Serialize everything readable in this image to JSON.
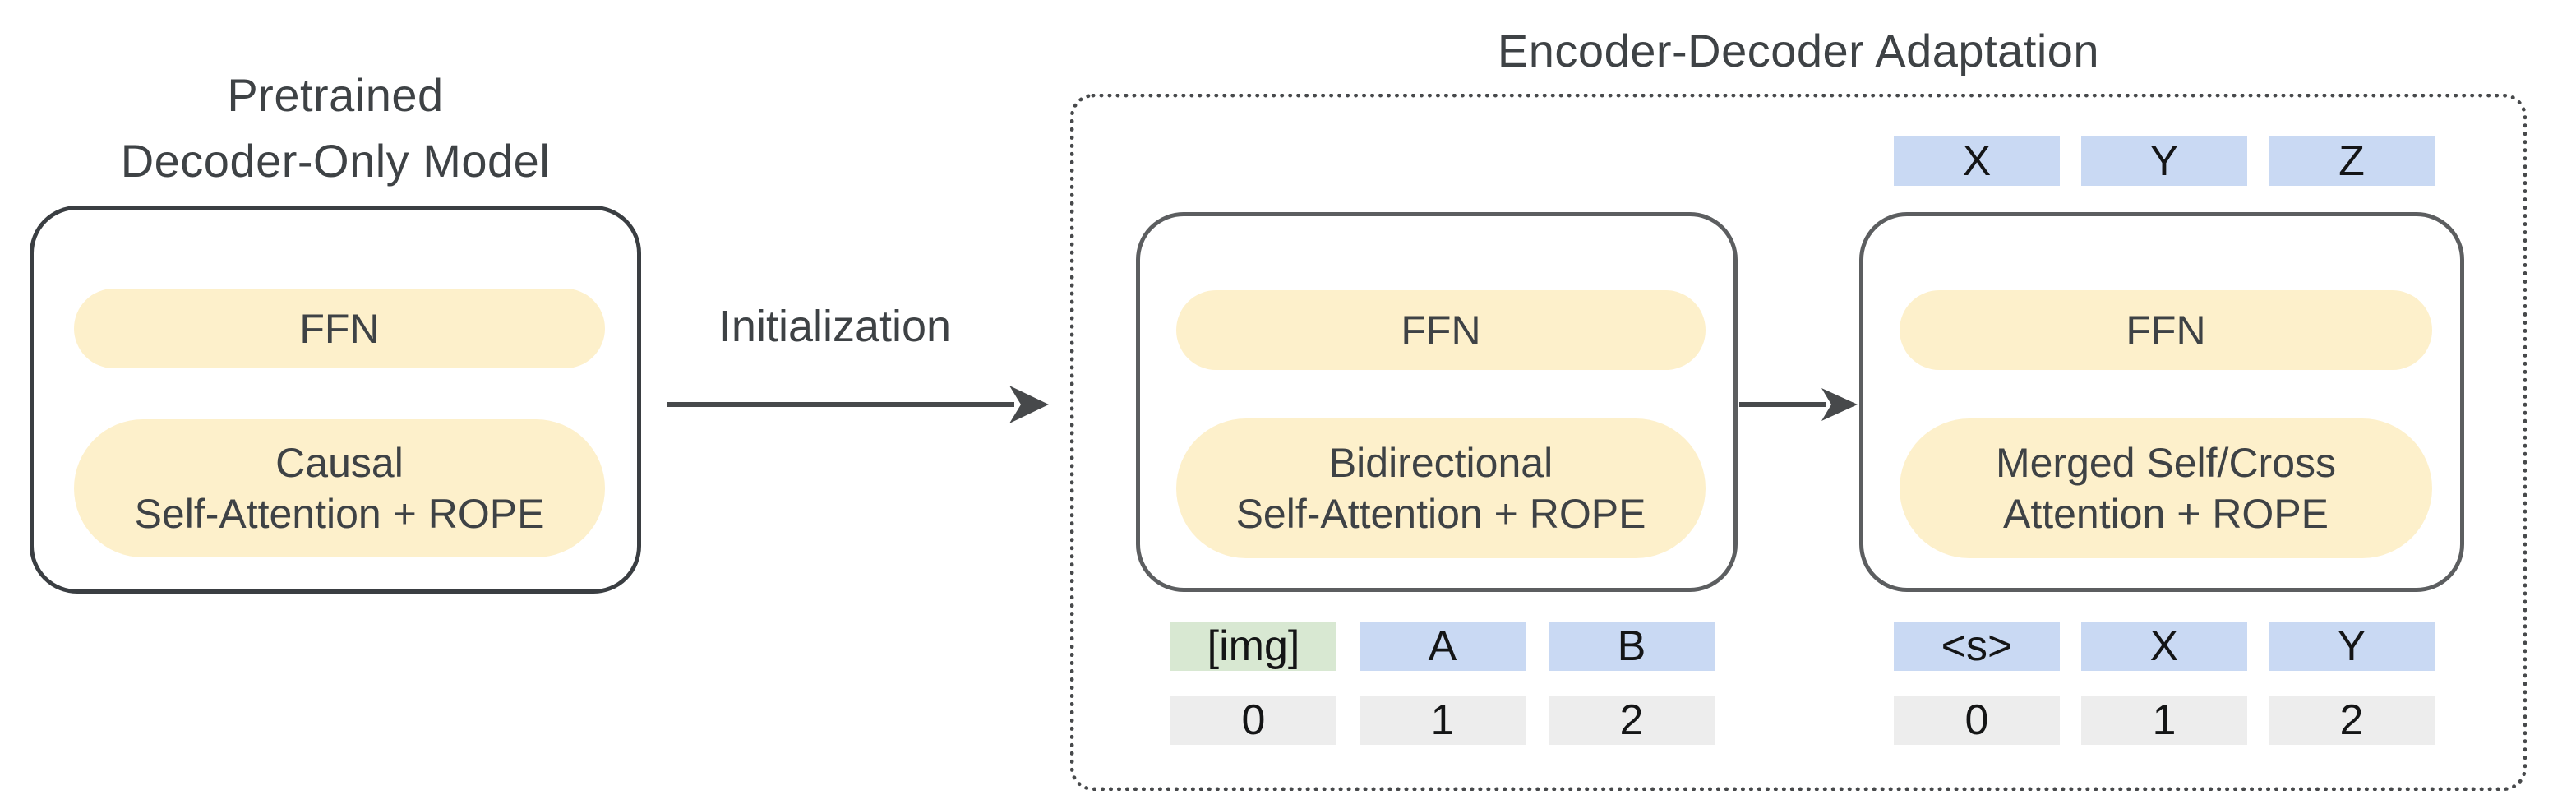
{
  "colors": {
    "canvas_bg": "#ffffff",
    "pill_yellow": "#fdf0cb",
    "token_blue": "#c9d9f3",
    "token_green": "#d8e8d2",
    "position_gray": "#ededed",
    "outer_border": "#3a3e42",
    "inner_border": "#5c5e60",
    "dotted_border": "#47494b",
    "arrow": "#47494b",
    "text_dark": "#3e4245",
    "token_text": "#141516"
  },
  "pretrained": {
    "title_line1": "Pretrained",
    "title_line2": "Decoder-Only Model",
    "ffn": "FFN",
    "attn_line1": "Causal",
    "attn_line2": "Self-Attention + ROPE"
  },
  "transition": {
    "label": "Initialization"
  },
  "adaptation": {
    "title": "Encoder-Decoder Adaptation",
    "encoder": {
      "ffn": "FFN",
      "attn_line1": "Bidirectional",
      "attn_line2": "Self-Attention + ROPE",
      "tokens": [
        {
          "label": "[img]",
          "kind": "image"
        },
        {
          "label": "A",
          "kind": "text"
        },
        {
          "label": "B",
          "kind": "text"
        }
      ],
      "positions": [
        "0",
        "1",
        "2"
      ]
    },
    "decoder": {
      "ffn": "FFN",
      "attn_line1": "Merged Self/Cross",
      "attn_line2": "Attention + ROPE",
      "output_tokens": [
        "X",
        "Y",
        "Z"
      ],
      "input_tokens": [
        "<s>",
        "X",
        "Y"
      ],
      "positions": [
        "0",
        "1",
        "2"
      ]
    }
  }
}
